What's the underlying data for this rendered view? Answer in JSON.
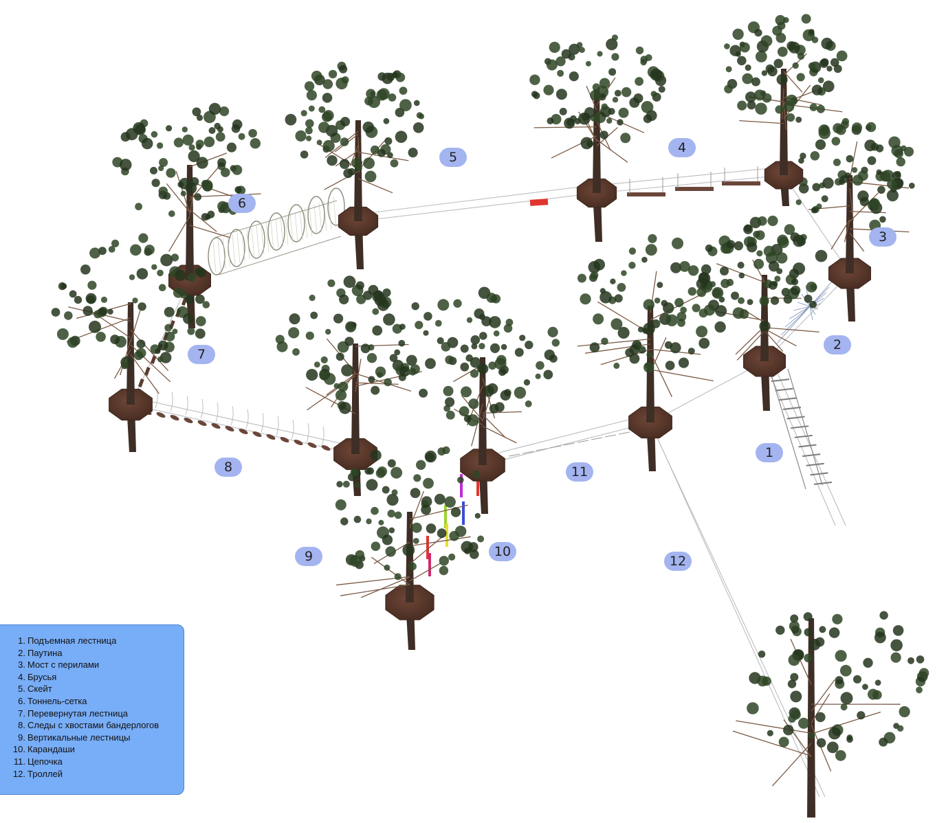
{
  "markers": [
    {
      "id": "marker-1",
      "label": "1"
    },
    {
      "id": "marker-2",
      "label": "2"
    },
    {
      "id": "marker-3",
      "label": "3"
    },
    {
      "id": "marker-4",
      "label": "4"
    },
    {
      "id": "marker-5",
      "label": "5"
    },
    {
      "id": "marker-6",
      "label": "6"
    },
    {
      "id": "marker-7",
      "label": "7"
    },
    {
      "id": "marker-8",
      "label": "8"
    },
    {
      "id": "marker-9",
      "label": "9"
    },
    {
      "id": "marker-10",
      "label": "10"
    },
    {
      "id": "marker-11",
      "label": "11"
    },
    {
      "id": "marker-12",
      "label": "12"
    }
  ],
  "legend": {
    "items": [
      {
        "num": "1.",
        "text": "Подъемная лестница"
      },
      {
        "num": "2.",
        "text": "Паутина"
      },
      {
        "num": "3.",
        "text": "Мост с перилами"
      },
      {
        "num": "4.",
        "text": "Брусья"
      },
      {
        "num": "5.",
        "text": "Скейт"
      },
      {
        "num": "6.",
        "text": "Тоннель-сетка"
      },
      {
        "num": "7.",
        "text": "Перевернутая лестница"
      },
      {
        "num": "8.",
        "text": "Следы с хвостами бандерлогов"
      },
      {
        "num": "9.",
        "text": "Вертикальные лестницы"
      },
      {
        "num": "10.",
        "text": "Карандаши"
      },
      {
        "num": "11.",
        "text": "Цепочка"
      },
      {
        "num": "12.",
        "text": "Троллей"
      }
    ]
  },
  "colors": {
    "marker_bg": "#a4b4f0",
    "legend_bg": "#78adf7",
    "platform": "#5b3a2c",
    "trunk": "#3f2e26",
    "foliage": "#24351d",
    "skate": "#e0362f"
  }
}
